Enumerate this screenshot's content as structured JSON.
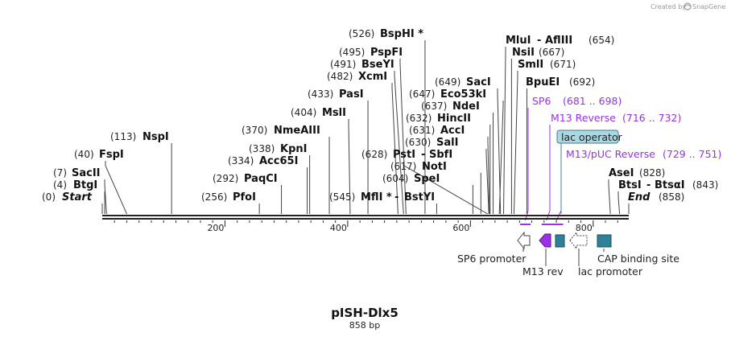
{
  "credit": {
    "prefix": "Created by",
    "brand": "SnapGene",
    "icon": "snapgene-swirl-icon"
  },
  "title": "pISH-Dlx5",
  "subtitle": "858 bp",
  "ruler": {
    "length": 858,
    "major_ticks": [
      200,
      400,
      600,
      800
    ],
    "minor_step": 20
  },
  "sites": [
    {
      "id": "start",
      "pos": 0,
      "label_pos": "(0)",
      "name": "Start",
      "italic": true
    },
    {
      "id": "btgi",
      "pos": 4,
      "label_pos": "(4)",
      "name": "BtgI"
    },
    {
      "id": "sacii",
      "pos": 7,
      "label_pos": "(7)",
      "name": "SacII"
    },
    {
      "id": "fspi",
      "pos": 40,
      "label_pos": "(40)",
      "name": "FspI"
    },
    {
      "id": "nspi",
      "pos": 113,
      "label_pos": "(113)",
      "name": "NspI"
    },
    {
      "id": "pfoi",
      "pos": 256,
      "label_pos": "(256)",
      "name": "PfoI"
    },
    {
      "id": "paqci",
      "pos": 292,
      "label_pos": "(292)",
      "name": "PaqCI"
    },
    {
      "id": "acc65i",
      "pos": 334,
      "label_pos": "(334)",
      "name": "Acc65I"
    },
    {
      "id": "kpni",
      "pos": 338,
      "label_pos": "(338)",
      "name": "KpnI"
    },
    {
      "id": "nmeaiii",
      "pos": 370,
      "label_pos": "(370)",
      "name": "NmeAIII"
    },
    {
      "id": "msli",
      "pos": 404,
      "label_pos": "(404)",
      "name": "MslI"
    },
    {
      "id": "pasi",
      "pos": 433,
      "label_pos": "(433)",
      "name": "PasI"
    },
    {
      "id": "xcmi",
      "pos": 482,
      "label_pos": "(482)",
      "name": "XcmI"
    },
    {
      "id": "bseyi",
      "pos": 491,
      "label_pos": "(491)",
      "name": "BseYI"
    },
    {
      "id": "pspfi",
      "pos": 495,
      "label_pos": "(495)",
      "name": "PspFI"
    },
    {
      "id": "bsphi",
      "pos": 526,
      "label_pos": "(526)",
      "name": "BspHI *"
    },
    {
      "id": "mfli",
      "pos": 545,
      "label_pos": "(545)",
      "name": "MflI *",
      "second": "BstYI"
    },
    {
      "id": "spei",
      "pos": 604,
      "label_pos": "(604)",
      "name": "SpeI"
    },
    {
      "id": "noti",
      "pos": 617,
      "label_pos": "(617)",
      "name": "NotI"
    },
    {
      "id": "psti",
      "pos": 628,
      "label_pos": "(628)",
      "name": "PstI",
      "second": "SbfI"
    },
    {
      "id": "sali",
      "pos": 630,
      "label_pos": "(630)",
      "name": "SalI"
    },
    {
      "id": "acci",
      "pos": 631,
      "label_pos": "(631)",
      "name": "AccI"
    },
    {
      "id": "hincii",
      "pos": 632,
      "label_pos": "(632)",
      "name": "HincII"
    },
    {
      "id": "ndei",
      "pos": 637,
      "label_pos": "(637)",
      "name": "NdeI"
    },
    {
      "id": "eco53ki",
      "pos": 647,
      "label_pos": "(647)",
      "name": "Eco53kI"
    },
    {
      "id": "saci",
      "pos": 649,
      "label_pos": "(649)",
      "name": "SacI"
    },
    {
      "id": "mlui",
      "pos": 654,
      "label_pos": "(654)",
      "name": "MluI",
      "second": "AflIII"
    },
    {
      "id": "nsii",
      "pos": 667,
      "label_pos": "(667)",
      "name": "NsiI"
    },
    {
      "id": "smli",
      "pos": 671,
      "label_pos": "(671)",
      "name": "SmlI"
    },
    {
      "id": "bpuei",
      "pos": 692,
      "label_pos": "(692)",
      "name": "BpuEI"
    },
    {
      "id": "asei",
      "pos": 828,
      "label_pos": "(828)",
      "name": "AseI"
    },
    {
      "id": "btsi",
      "pos": 843,
      "label_pos": "(843)",
      "name": "BtsI",
      "second": "BtsαI"
    },
    {
      "id": "end",
      "pos": 858,
      "label_pos": "(858)",
      "name": "End",
      "italic": true
    }
  ],
  "primers": [
    {
      "id": "sp6",
      "name": "SP6",
      "range": "(681 .. 698)",
      "start": 681,
      "end": 698,
      "color": "#9b30e6"
    },
    {
      "id": "m13-reverse",
      "name": "M13 Reverse",
      "range": "(716 .. 732)",
      "start": 716,
      "end": 732,
      "color": "#9b30e6"
    },
    {
      "id": "m13-puc-reverse",
      "name": "M13/pUC Reverse",
      "range": "(729 .. 751)",
      "start": 729,
      "end": 751,
      "color": "#9b30e6"
    }
  ],
  "lac_operator": {
    "name": "lac operator",
    "fill": "#a8d8e4",
    "stroke": "#4a7c8a"
  },
  "features": [
    {
      "id": "sp6-promoter",
      "name": "SP6 promoter",
      "shape": "arrow-left-outline",
      "color": "#ffffff"
    },
    {
      "id": "m13-rev",
      "name": "M13 rev",
      "shape": "arrow-left-solid",
      "color": "#9b30e6"
    },
    {
      "id": "lac-operator-box",
      "name": "",
      "shape": "box",
      "color": "#2e8196"
    },
    {
      "id": "lac-promoter",
      "name": "lac promoter",
      "shape": "arrow-left-outline",
      "color": "#ffffff"
    },
    {
      "id": "cap-binding-site",
      "name": "CAP binding site",
      "shape": "box",
      "color": "#2e8196"
    }
  ]
}
